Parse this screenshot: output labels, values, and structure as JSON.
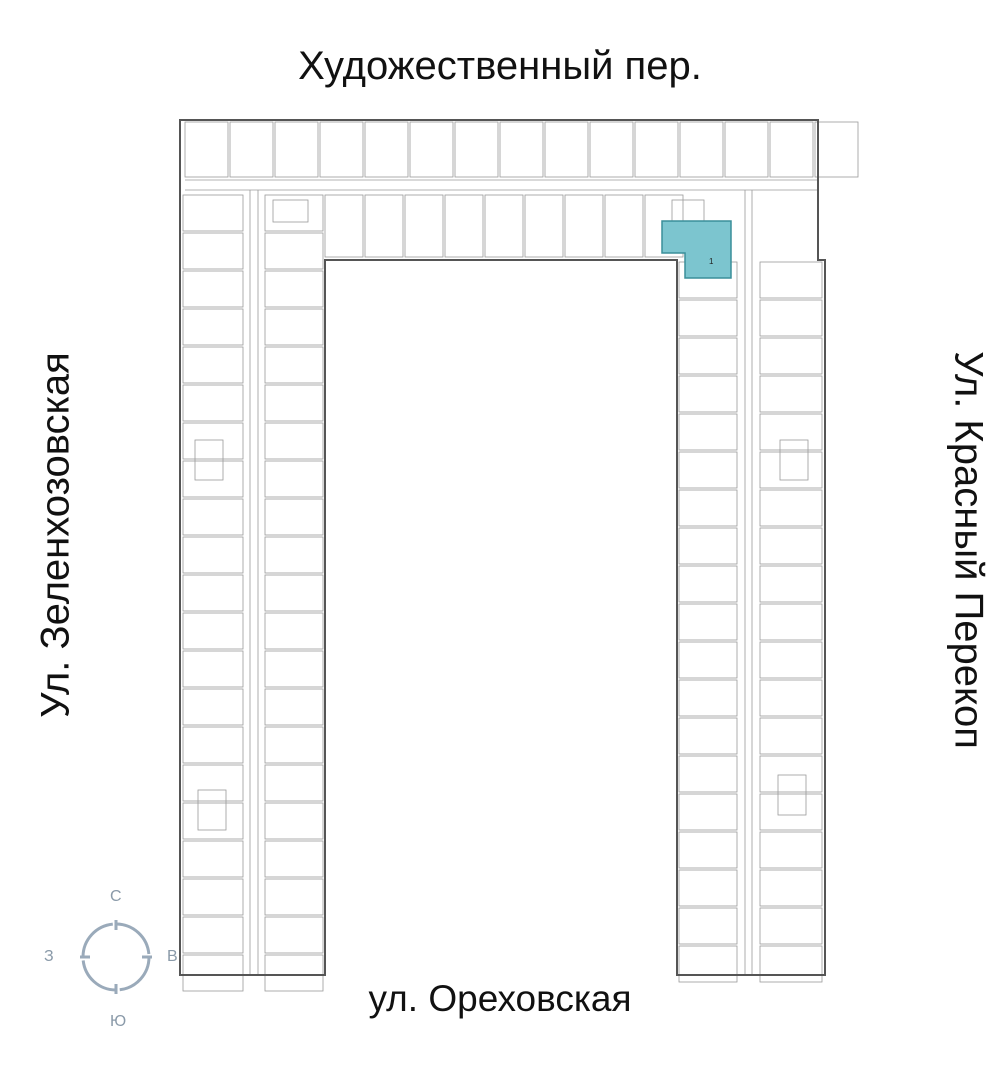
{
  "streets": {
    "north": "Художественный пер.",
    "south": "ул. Ореховская",
    "west": "Ул. Зеленхозовская",
    "east": "Ул. Красный Перекоп"
  },
  "compass": {
    "north": "С",
    "south": "Ю",
    "west": "З",
    "east": "В"
  },
  "highlight_color": "#7cc5cf",
  "highlighted_unit": {
    "rooms": "1"
  }
}
